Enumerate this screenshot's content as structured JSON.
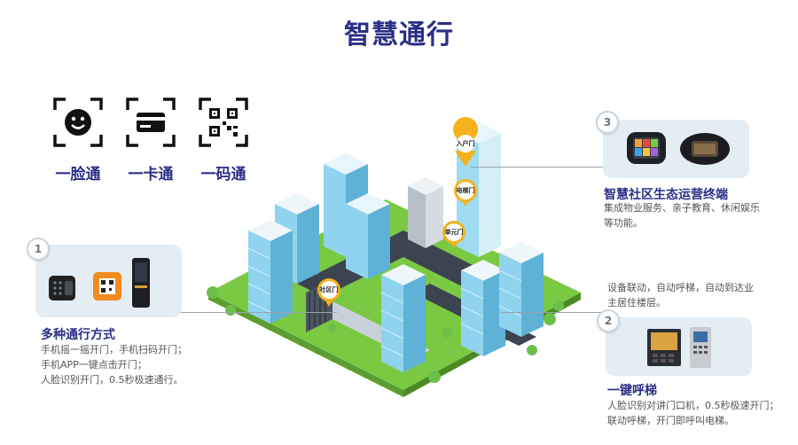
{
  "title": "智慧通行",
  "modes": [
    {
      "icon": "face-scan-icon",
      "label": "一脸通"
    },
    {
      "icon": "card-icon",
      "label": "一卡通"
    },
    {
      "icon": "qr-code-icon",
      "label": "一码通"
    }
  ],
  "features": [
    {
      "number": "1",
      "title": "多种通行方式",
      "lines": [
        "手机摇一摇开门，手机扫码开门；",
        "手机APP一键点击开门；",
        "人脸识别开门，0.5秒极速通行。"
      ]
    },
    {
      "number": "2",
      "title": "一键呼梯",
      "note_lines": [
        "设备联动，自动呼梯，自动到达业",
        "主居住楼层。"
      ],
      "lines": [
        "人脸识别对讲门口机，0.5秒极速开门；",
        "联动呼梯，开门即呼叫电梯。"
      ]
    },
    {
      "number": "3",
      "title": "智慧社区生态运营终端",
      "lines": [
        "集成物业服务、亲子教育、休闲娱乐",
        "等功能。"
      ]
    }
  ],
  "pins": [
    "入户门",
    "电梯门",
    "单元门",
    "社区门"
  ],
  "colors": {
    "title": "#2b2f86",
    "pin": "#f5b21c",
    "grass": "#7ac943",
    "building": "#7fc8e8"
  }
}
